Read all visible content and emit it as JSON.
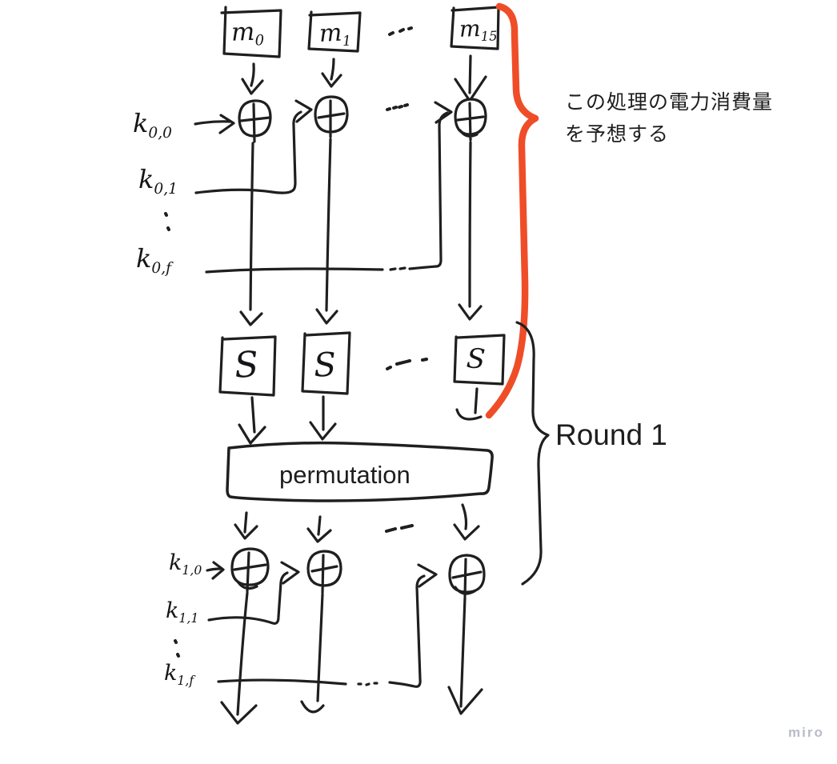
{
  "colors": {
    "ink": "#1f1f1f",
    "highlight": "#ef4d28",
    "text": "#1c1c1e",
    "watermark": "#b9bcc7"
  },
  "message_blocks": [
    {
      "base": "m",
      "sub": "0"
    },
    {
      "base": "m",
      "sub": "1"
    },
    {
      "base": "m",
      "sub": "15"
    }
  ],
  "round0_keys": [
    {
      "base": "k",
      "sub": "0,0"
    },
    {
      "base": "k",
      "sub": "0,1"
    },
    {
      "base": "k",
      "sub": "0,f"
    }
  ],
  "round1_keys": [
    {
      "base": "k",
      "sub": "1,0"
    },
    {
      "base": "k",
      "sub": "1,1"
    },
    {
      "base": "k",
      "sub": "1,f"
    }
  ],
  "sbox_labels": [
    "S",
    "S",
    "S"
  ],
  "permutation_label": "permutation",
  "round_brace_label": "Round 1",
  "annotation": {
    "line1": "この処理の電力消費量",
    "line2": "を予想する"
  },
  "watermark": "miro"
}
